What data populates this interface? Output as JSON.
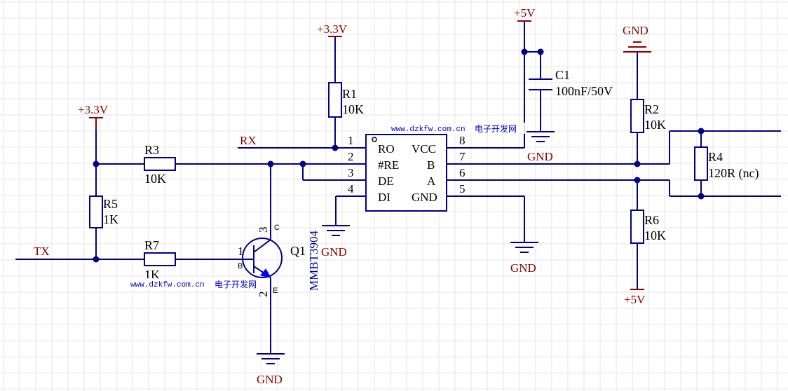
{
  "net_labels": {
    "rx": "RX",
    "tx": "TX"
  },
  "power": {
    "v33": "+3.3V",
    "v5": "+5V",
    "gnd": "GND"
  },
  "components": {
    "r1": {
      "ref": "R1",
      "value": "10K"
    },
    "r2": {
      "ref": "R2",
      "value": "10K"
    },
    "r3": {
      "ref": "R3",
      "value": "10K"
    },
    "r4": {
      "ref": "R4",
      "value": "120R (nc)"
    },
    "r5": {
      "ref": "R5",
      "value": "1K"
    },
    "r6": {
      "ref": "R6",
      "value": "10K"
    },
    "r7": {
      "ref": "R7",
      "value": "1K"
    },
    "c1": {
      "ref": "C1",
      "value": "100nF/50V"
    },
    "q1": {
      "ref": "Q1",
      "value": "MMBT3904",
      "pin_base": "1",
      "pin_collector": "3",
      "pin_emitter": "2",
      "label_b": "B",
      "label_c": "C",
      "label_e": "E"
    }
  },
  "ic": {
    "pins_left": [
      {
        "num": "1",
        "name": "RO"
      },
      {
        "num": "2",
        "name": "#RE"
      },
      {
        "num": "3",
        "name": "DE"
      },
      {
        "num": "4",
        "name": "DI"
      }
    ],
    "pins_right": [
      {
        "num": "8",
        "name": "VCC"
      },
      {
        "num": "7",
        "name": "B"
      },
      {
        "num": "6",
        "name": "A"
      },
      {
        "num": "5",
        "name": "GND"
      }
    ]
  },
  "watermarks": [
    {
      "url": "www.dzkfw.com.cn",
      "cn": "电子开发网"
    },
    {
      "url": "www.dzkfw.com.cn",
      "cn": "电子开发网"
    }
  ],
  "colors": {
    "wire": "#00008b",
    "power": "#8b0000",
    "grid": "#e6e6e6",
    "watermark": "#0000cc"
  }
}
